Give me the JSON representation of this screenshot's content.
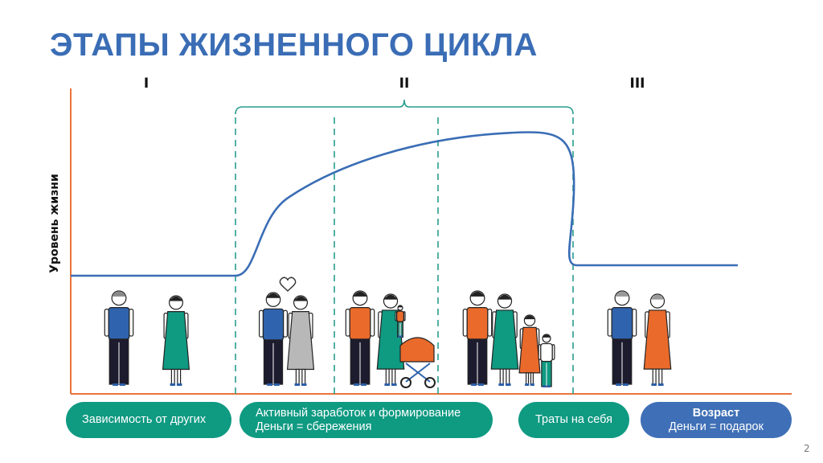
{
  "title": "ЭТАПЫ ЖИЗНЕННОГО ЦИКЛА",
  "y_axis_label": "Уровень жизни",
  "stages": [
    "I",
    "II",
    "III"
  ],
  "pills": [
    {
      "line1": "Зависимость от других"
    },
    {
      "line1": "Активный заработок и формирование",
      "line2": "Деньги = сбережения"
    },
    {
      "line1": "Траты на себя"
    },
    {
      "line1": "Возраст",
      "line2": "Деньги = подарок"
    }
  ],
  "page_number": "2",
  "colors": {
    "title": "#3a6db5",
    "axis": "#e8743b",
    "curve": "#3a6db5",
    "bracket": "#2a9d8f",
    "pill_teal": "#0f9a82",
    "pill_blue": "#3f6fb6"
  }
}
